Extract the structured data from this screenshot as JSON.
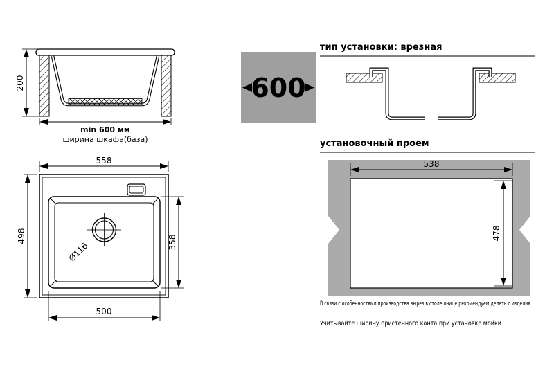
{
  "colors": {
    "badge_gray": "#9f9f9f",
    "countertop_gray": "#ababab",
    "line": "#000000",
    "background": "#ffffff"
  },
  "cabinet_view": {
    "dim_height": "200",
    "dim_width_label": "min 600 мм",
    "caption": "ширина шкафа(база)"
  },
  "size_badge": {
    "value": "600"
  },
  "install_type": {
    "title": "тип установки: врезная"
  },
  "opening": {
    "title": "установочный проем",
    "dim_width": "538",
    "dim_height": "478",
    "note": "В связи с особенностями производства вырез в столешнице рекомендуем делать с изделия."
  },
  "top_view": {
    "dim_outer_width": "558",
    "dim_outer_height": "498",
    "dim_bowl_width": "500",
    "dim_bowl_height": "358",
    "dim_drain": "Ø116"
  },
  "footer_note": "Учитывайте ширину пристенного канта при установке мойки"
}
